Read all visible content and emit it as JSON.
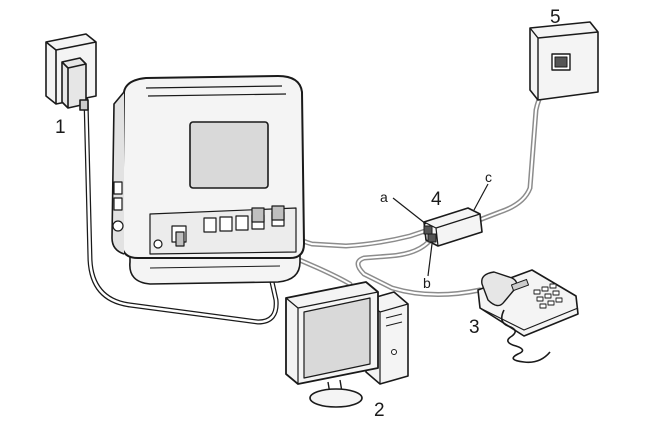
{
  "callouts": {
    "one": "1",
    "two": "2",
    "three": "3",
    "four": "4",
    "five": "5",
    "a": "a",
    "b": "b",
    "c": "c"
  },
  "colors": {
    "outline": "#1a1a1a",
    "cable_gray": "#8c8c8c",
    "device_fill": "#f4f4f4",
    "screen_fill": "#d9d9d9",
    "background": "#ffffff"
  }
}
